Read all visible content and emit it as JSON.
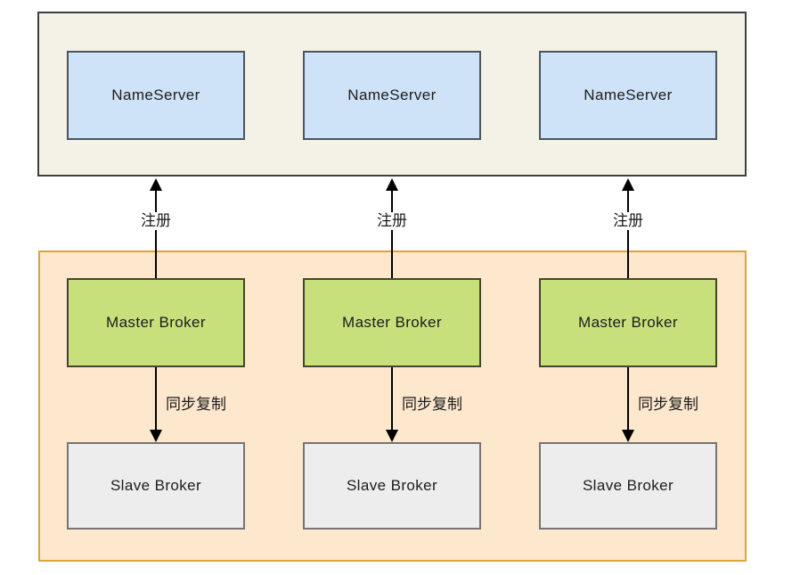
{
  "diagram": {
    "type": "architecture-diagram",
    "clusters": {
      "nameserver_cluster": {
        "node_count": 3
      },
      "broker_cluster": {
        "node_count": 6
      }
    },
    "colors": {
      "page_background": "#ffffff",
      "nameserver_cluster_bg": "#f4f2e6",
      "nameserver_cluster_border": "#3f3f3f",
      "broker_cluster_bg": "#fde7cd",
      "broker_cluster_border": "#dca43c",
      "nameserver_box_bg": "#cfe3f8",
      "nameserver_box_border": "#4a5560",
      "master_box_bg": "#c8e07c",
      "master_box_border": "#45452f",
      "slave_box_bg": "#ededed",
      "slave_box_border": "#757575",
      "arrow": "#000000",
      "text": "#1c1c1c"
    }
  },
  "columns": [
    {
      "nameserver": "NameServer",
      "master": "Master Broker",
      "slave": "Slave Broker",
      "register_label": "注册",
      "sync_label": "同步复制"
    },
    {
      "nameserver": "NameServer",
      "master": "Master Broker",
      "slave": "Slave Broker",
      "register_label": "注册",
      "sync_label": "同步复制"
    },
    {
      "nameserver": "NameServer",
      "master": "Master Broker",
      "slave": "Slave Broker",
      "register_label": "注册",
      "sync_label": "同步复制"
    }
  ]
}
